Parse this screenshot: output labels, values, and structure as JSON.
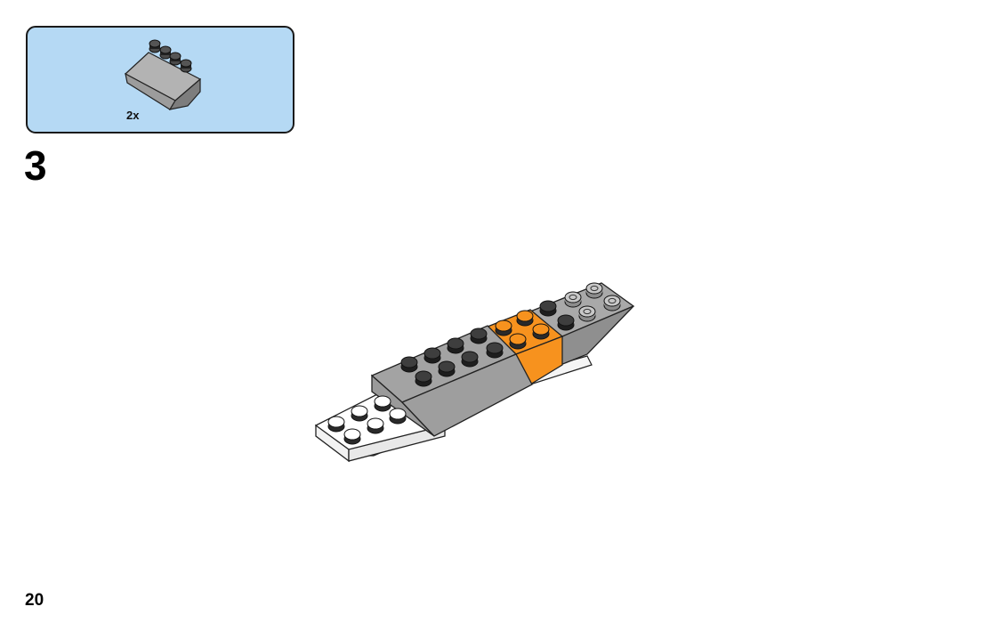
{
  "parts_list": {
    "quantity_label": "2x",
    "part_icon": "slope-brick-2x4-gray-icon",
    "background_color": "#b5d9f4"
  },
  "step": {
    "number": "3"
  },
  "model": {
    "icon": "assembled-model-step-3",
    "colors": {
      "light_gray": "#a3a3a3",
      "dark_gray": "#8a8a8a",
      "orange": "#f7921e",
      "white": "#ffffff",
      "stud_dark": "#3a3a3a"
    }
  },
  "page": {
    "number": "20"
  }
}
